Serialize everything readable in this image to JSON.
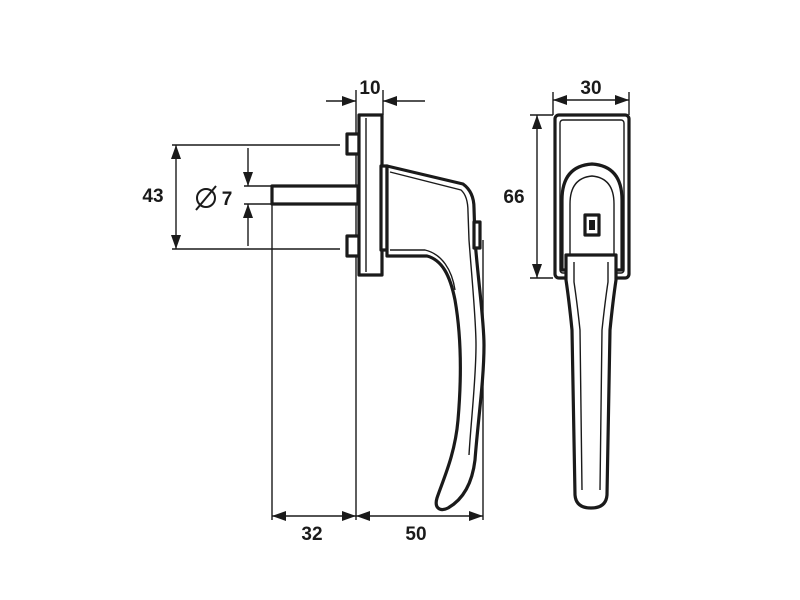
{
  "dimensions": {
    "plate_thickness": "10",
    "screw_spacing": "43",
    "spindle_diameter_symbol": "Ø",
    "spindle_diameter": "7",
    "spindle_length": "32",
    "handle_projection": "50",
    "front_width": "30",
    "front_height": "66"
  },
  "colors": {
    "line": "#1a1a1a",
    "background": "#ffffff"
  }
}
